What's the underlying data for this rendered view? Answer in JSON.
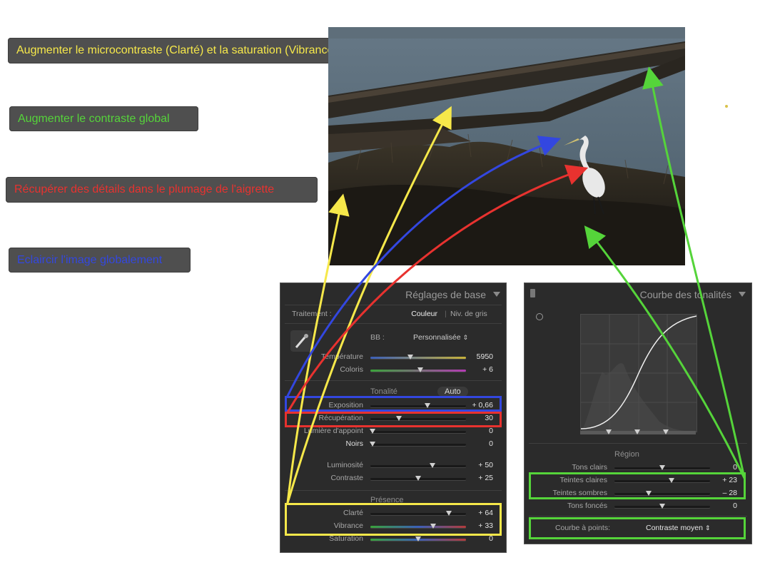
{
  "callouts": [
    {
      "text": "Augmenter le microcontraste (Clarté) et la saturation (Vibrance)",
      "color": "#f6e84a"
    },
    {
      "text": "Augmenter le contraste global",
      "color": "#55d43a"
    },
    {
      "text": "Récupérer des détails dans le plumage de l'aigrette",
      "color": "#e8322f"
    },
    {
      "text": "Eclaircir l'image globalement",
      "color": "#3347e0"
    }
  ],
  "basic_panel": {
    "title": "Réglages de base",
    "treatment_label": "Traitement :",
    "treatment_color": "Couleur",
    "treatment_gray": "Niv. de gris",
    "wb_label": "BB :",
    "wb_value": "Personnalisée",
    "wb_arrows": "⇕",
    "temperature": {
      "label": "Température",
      "value": "5950",
      "pos": 0.42
    },
    "tint": {
      "label": "Coloris",
      "value": "+ 6",
      "pos": 0.52
    },
    "tone_header": "Tonalité",
    "auto": "Auto",
    "exposure": {
      "label": "Exposition",
      "value": "+ 0,66",
      "pos": 0.6
    },
    "recovery": {
      "label": "Récupération",
      "value": "30",
      "pos": 0.3
    },
    "fill_light": {
      "label": "Lumière d'appoint",
      "value": "0",
      "pos": 0.02
    },
    "blacks": {
      "label": "Noirs",
      "value": "0",
      "pos": 0.02
    },
    "brightness": {
      "label": "Luminosité",
      "value": "+ 50",
      "pos": 0.65
    },
    "contrast": {
      "label": "Contraste",
      "value": "+ 25",
      "pos": 0.5
    },
    "presence_header": "Présence",
    "clarity": {
      "label": "Clarté",
      "value": "+ 64",
      "pos": 0.82
    },
    "vibrance": {
      "label": "Vibrance",
      "value": "+ 33",
      "pos": 0.66
    },
    "saturation": {
      "label": "Saturation",
      "value": "0",
      "pos": 0.5
    }
  },
  "tone_panel": {
    "title": "Courbe des tonalités",
    "region_header": "Région",
    "highlights": {
      "label": "Tons clairs",
      "value": "0",
      "pos": 0.5
    },
    "lights": {
      "label": "Teintes claires",
      "value": "+ 23",
      "pos": 0.6
    },
    "darks": {
      "label": "Teintes sombres",
      "value": "– 28",
      "pos": 0.36
    },
    "shadows": {
      "label": "Tons foncés",
      "value": "0",
      "pos": 0.5
    },
    "point_curve_label": "Courbe à points:",
    "point_curve_value": "Contraste moyen",
    "point_curve_arrows": "⇕"
  },
  "colors": {
    "yellow": "#f6e84a",
    "green": "#55d43a",
    "red": "#e8322f",
    "blue": "#3347e0"
  }
}
